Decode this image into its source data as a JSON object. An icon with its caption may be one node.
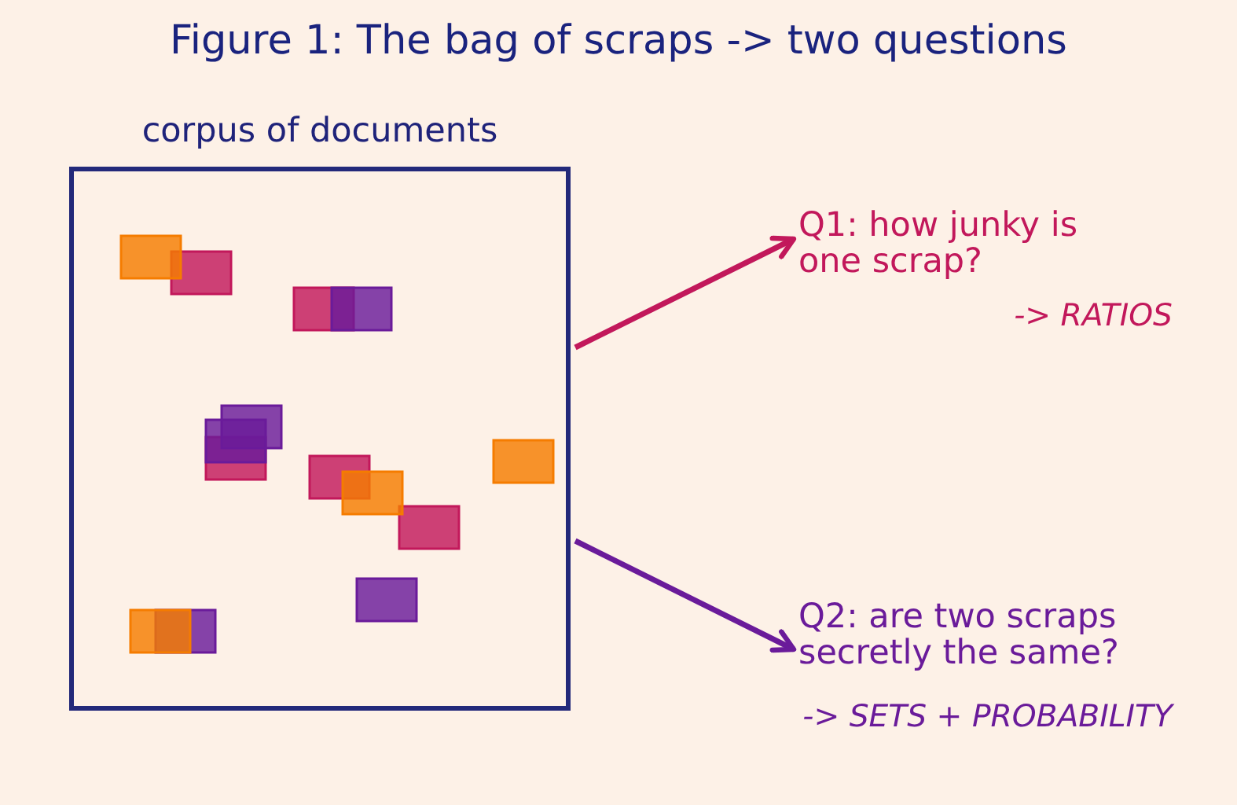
{
  "diagram": {
    "title": "Figure 1: The bag of scraps -> two questions",
    "nodes": [
      {
        "text": [
          "corpus of documents"
        ]
      },
      {
        "text": [
          "Q1: how junky is one scrap?",
          "-> RATIOS"
        ]
      },
      {
        "text": [
          "Q2: are two scraps secretly the same?",
          "-> SETS + PROBABILITY"
        ]
      }
    ],
    "edges": [
      {
        "from": 0,
        "to": 1,
        "arrow": "to",
        "color": "#c2185b"
      },
      {
        "from": 0,
        "to": 2,
        "arrow": "to",
        "color": "#6a1b9a"
      }
    ]
  }
}
